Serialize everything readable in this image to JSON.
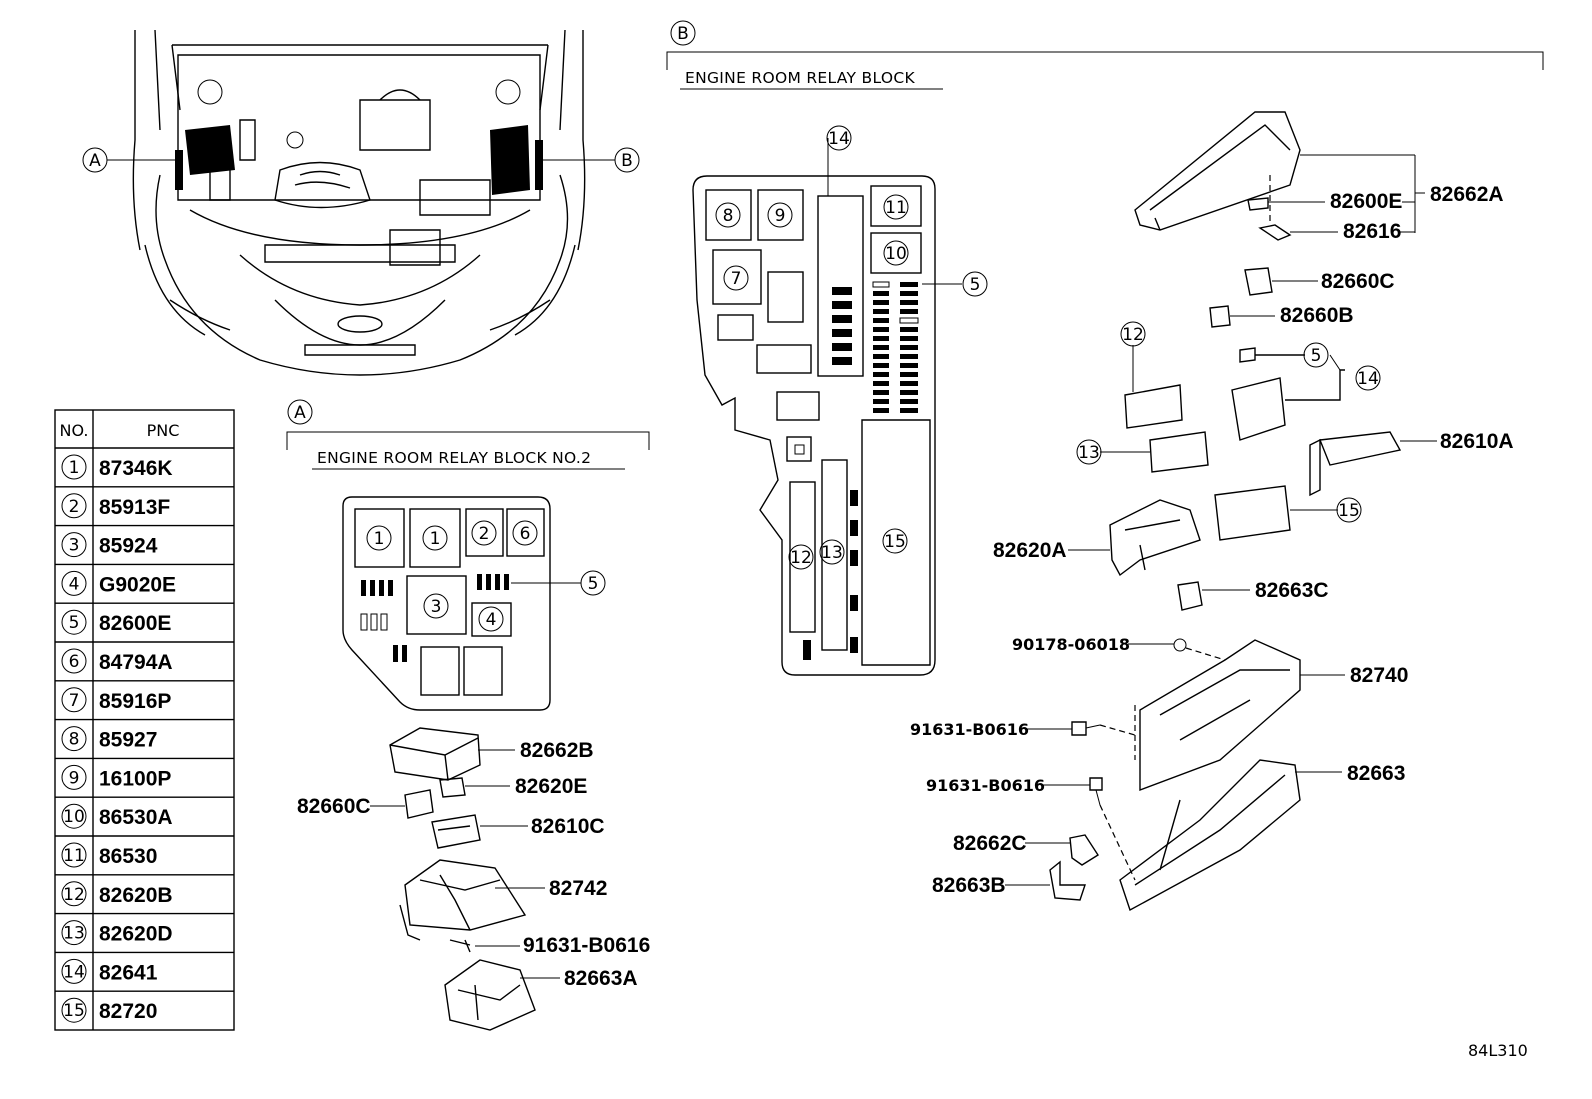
{
  "callouts": {
    "a": "A",
    "b": "B"
  },
  "pnc_table": {
    "header_no": "NO.",
    "header_pnc": "PNC",
    "rows": [
      {
        "no": "1",
        "pnc": "87346K"
      },
      {
        "no": "2",
        "pnc": "85913F"
      },
      {
        "no": "3",
        "pnc": "85924"
      },
      {
        "no": "4",
        "pnc": "G9020E"
      },
      {
        "no": "5",
        "pnc": "82600E"
      },
      {
        "no": "6",
        "pnc": "84794A"
      },
      {
        "no": "7",
        "pnc": "85916P"
      },
      {
        "no": "8",
        "pnc": "85927"
      },
      {
        "no": "9",
        "pnc": "16100P"
      },
      {
        "no": "10",
        "pnc": "86530A"
      },
      {
        "no": "11",
        "pnc": "86530"
      },
      {
        "no": "12",
        "pnc": "82620B"
      },
      {
        "no": "13",
        "pnc": "82620D"
      },
      {
        "no": "14",
        "pnc": "82641"
      },
      {
        "no": "15",
        "pnc": "82720"
      }
    ]
  },
  "section_a": {
    "title": "ENGINE ROOM RELAY BLOCK NO.2",
    "layout_numbers": [
      "1",
      "1",
      "2",
      "6",
      "3",
      "4",
      "5"
    ],
    "parts": {
      "p82662B": "82662B",
      "p82620E": "82620E",
      "p82660C": "82660C",
      "p82610C": "82610C",
      "p82742": "82742",
      "p91631": "91631-B0616",
      "p82663A": "82663A"
    }
  },
  "section_b": {
    "title": "ENGINE ROOM RELAY BLOCK",
    "layout_numbers": [
      "14",
      "8",
      "9",
      "11",
      "10",
      "7",
      "5",
      "12",
      "13",
      "15"
    ],
    "parts": {
      "p82600E": "82600E",
      "p82662A": "82662A",
      "p82616": "82616",
      "p82660C": "82660C",
      "p82660B": "82660B",
      "p82610A": "82610A",
      "p82620A": "82620A",
      "p82663C": "82663C",
      "p90178": "90178-06018",
      "p82740": "82740",
      "p91631a": "91631-B0616",
      "p91631b": "91631-B0616",
      "p82663": "82663",
      "p82662C": "82662C",
      "p82663B": "82663B"
    },
    "exploded_numbers": [
      "12",
      "13",
      "5",
      "14",
      "15"
    ]
  },
  "diagram_code": "84L310"
}
